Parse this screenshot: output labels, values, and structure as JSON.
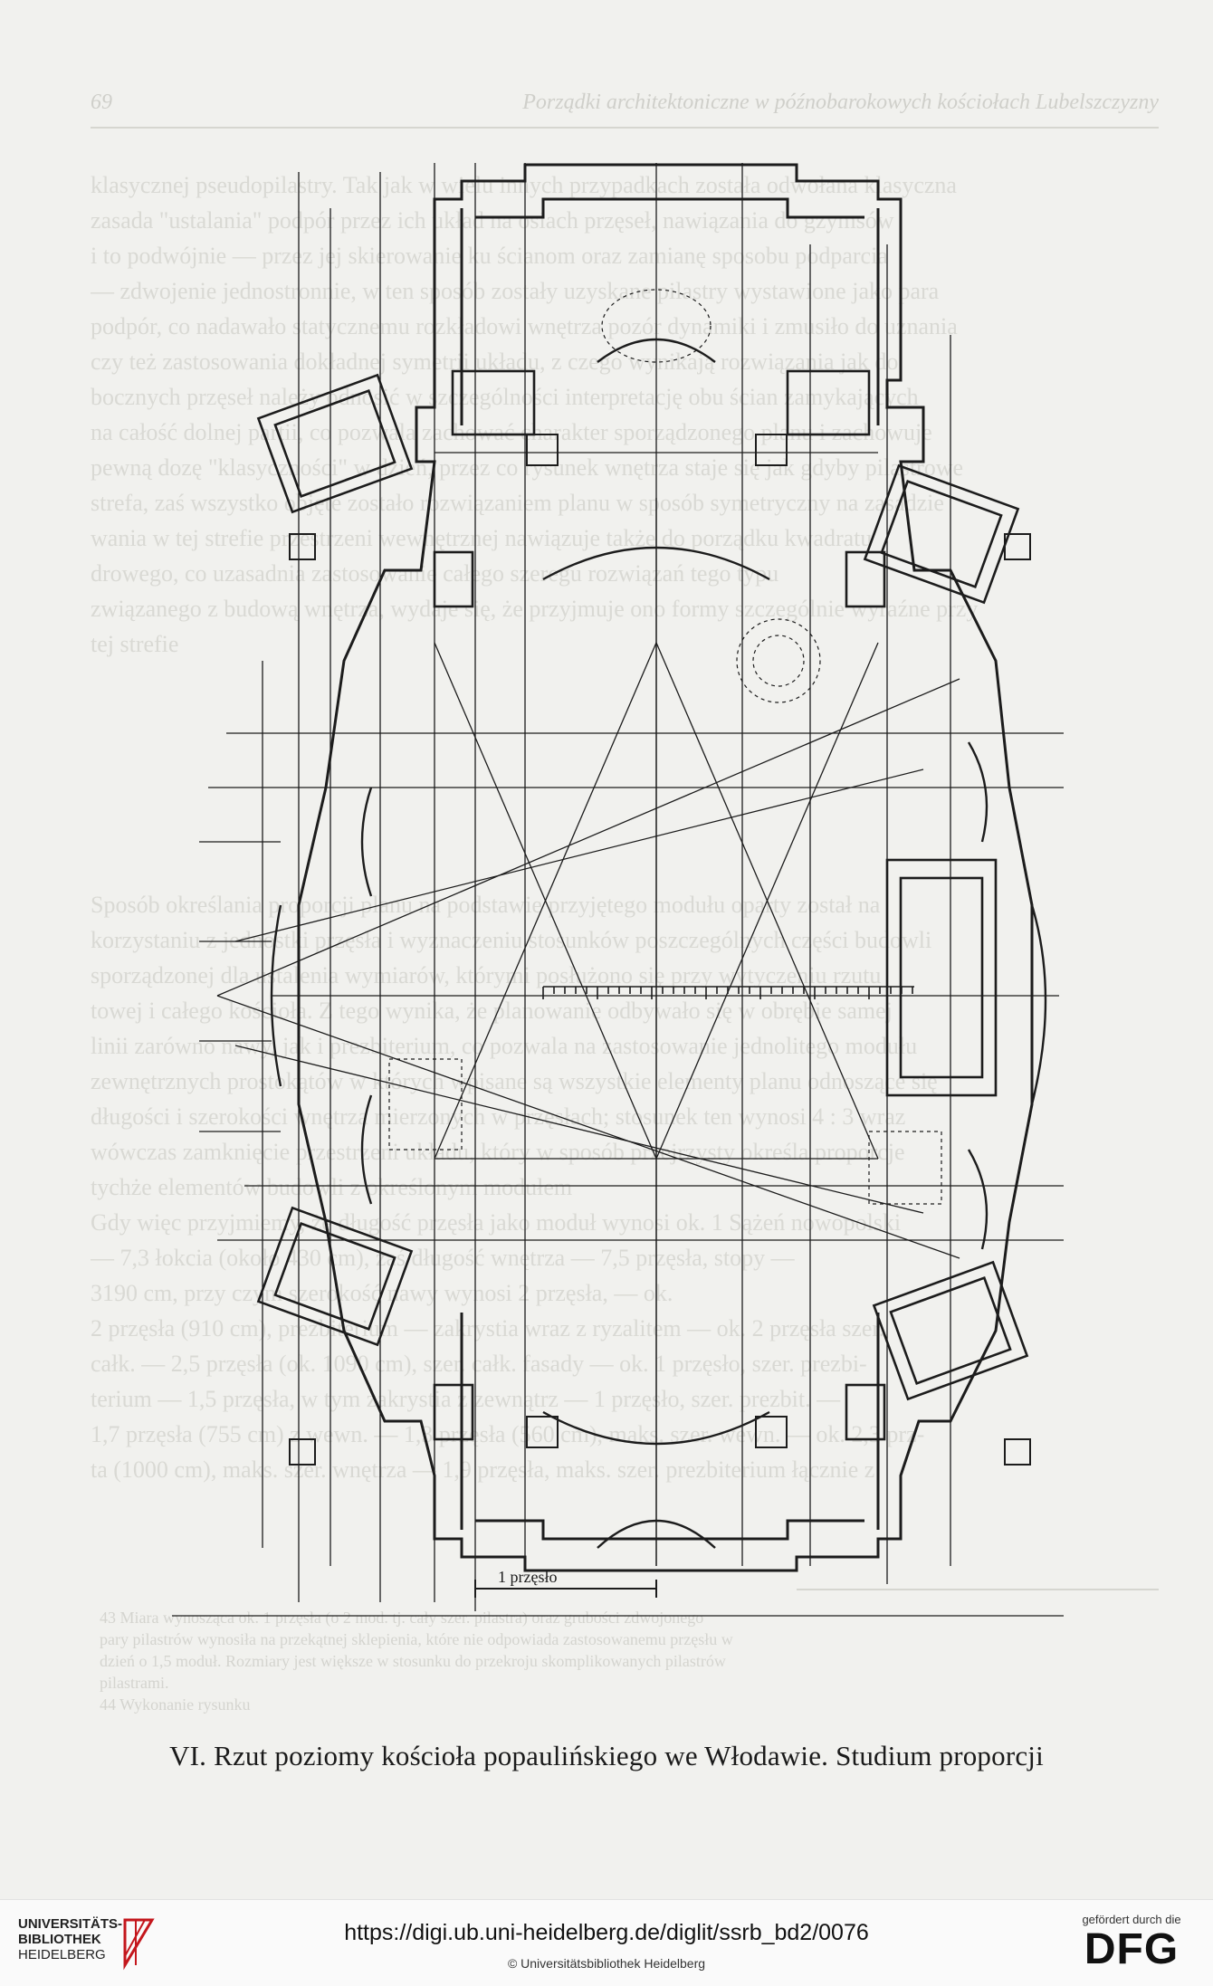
{
  "running_head": {
    "page_number": "69",
    "title": "Porządki architektoniczne w późnobarokowych kościołach Lubelszczyzny"
  },
  "bleed_text": [
    "klasycznej pseudopilastry. Tak jak w wielu innych przypadkach została odwołana klasyczna",
    "zasada \"ustalania\" podpór przez ich układ na osiach przęseł, nawiązania do gzymsów",
    "i to podwójnie — przez jej skierowanie ku ścianom oraz zamianę sposobu podparcia",
    "— zdwojenie jednostronnie, w ten sposób zostały uzyskane pilastry wystawione jako para",
    "podpór, co nadawało statycznemu rozkładowi wnętrza pozór dynamiki i zmusiło do uznania",
    "czy też zastosowania dokładnej symetrii układu, z czego wynikają rozwiązania jak do",
    "bocznych przęseł należy odnosić w szczególności interpretację obu ścian zamykających",
    "na całość dolnej partii, co pozwala zachować charakter sporządzonego planu i zachowuje",
    "pewną dozę \"klasyczności\" w dzień, przez co rysunek wnętrza staje się jak gdyby pilastrowe",
    "strefa, zaś wszystko objęte zostało rozwiązaniem planu w sposób symetryczny na zasadzie",
    "wania w tej strefie przestrzeni wewnętrznej nawiązuje także do porządku kwadratu",
    "drowego, co uzasadnia zastosowanie całego szeregu rozwiązań tego typu",
    "związanego z budową wnętrza, wydaje się, że przyjmuje ono formy szczególnie wyraźne przy",
    "tej strefie"
  ],
  "bleed_text_lower": [
    "Sposób określania proporcji planu na podstawie przyjętego modułu oparty został na",
    "korzystaniu z jednostki przęsła i wyznaczeniu stosunków poszczególnych części budowli",
    "sporządzonej dla ustalenia wymiarów, którymi posłużono się przy wytyczeniu rzutu",
    "towej i całego kościoła. Z tego wynika, że planowanie odbywało się w obrębie samej",
    "linii zarówno nawy, jak i prezbiterium, co pozwala na zastosowanie jednolitego modułu",
    "zewnętrznych prostokątów w których wpisane są wszystkie elementy planu odnoszące się",
    "długości i szerokości wnętrza mierzonych w przęsłach; stosunek ten wynosi 4 : 3 wraz",
    "wówczas zamknięcie przestrzeni układu, który w sposób przejrzysty określa proporcje",
    "tychże elementów budowli z określonym modułem",
    "Gdy więc przyjmiemy, że długość przęsła jako moduł wynosi ok. 1 Sążeń nowopolski",
    "— 7,3 łokcia (około 430 cm), zaś długość wnętrza — 7,5 przęsła, stopy —",
    "3190 cm, przy czym szerokość nawy wynosi 2 przęsła, — ok.",
    "2 przęsła (910 cm), prezbiterium — zakrystia wraz z ryzalitem — ok. 2 przęsła szer.",
    "całk. — 2,5 przęsła (ok. 1090 cm), szer. całk. fasady — ok. 1 przęsło, szer. prezbi-",
    "terium — 1,5 przęsła, w tym zakrystia z zewnątrz — 1 przęsło, szer. prezbit. —",
    "1,7 przęsła (755 cm) z wewn. — 1,3 przęsła (560 cm), maks. szer. wewn. — ok. 2,3 prz-",
    "ta (1000 cm), maks. szer. wnętrza — 1,9 przęsła, maks. szer. prezbiterium łącznie z"
  ],
  "footnotes": [
    "43 Miara wynosząca ok. 1 przęsła (o 2 mod. tj. cały szer. pilastra) oraz grubości zdwojonego",
    "pary pilastrów wynosiła na przekątnej sklepienia, które nie odpowiada zastosowanemu przęsłu w",
    "dzień o 1,5 moduł. Rozmiary jest większe w stosunku do przekroju skomplikowanych pilastrów",
    "pilastrami.",
    "44 Wykonanie rysunku"
  ],
  "figure": {
    "scale_label": "1 przęsło",
    "caption": "VI. Rzut poziomy kościoła popaulińskiego we Włodawie. Studium proporcji"
  },
  "footer": {
    "library_line1": "UNIVERSITÄTS-",
    "library_line2": "BIBLIOTHEK",
    "library_line3": "HEIDELBERG",
    "url": "https://digi.ub.uni-heidelberg.de/diglit/ssrb_bd2/0076",
    "copyright": "© Universitätsbibliothek Heidelberg",
    "funder_label": "gefördert durch die",
    "funder_name": "DFG"
  },
  "colors": {
    "ink": "#1a1a1a",
    "bleed": "#d9d9d4",
    "logo_red": "#c4161c"
  }
}
